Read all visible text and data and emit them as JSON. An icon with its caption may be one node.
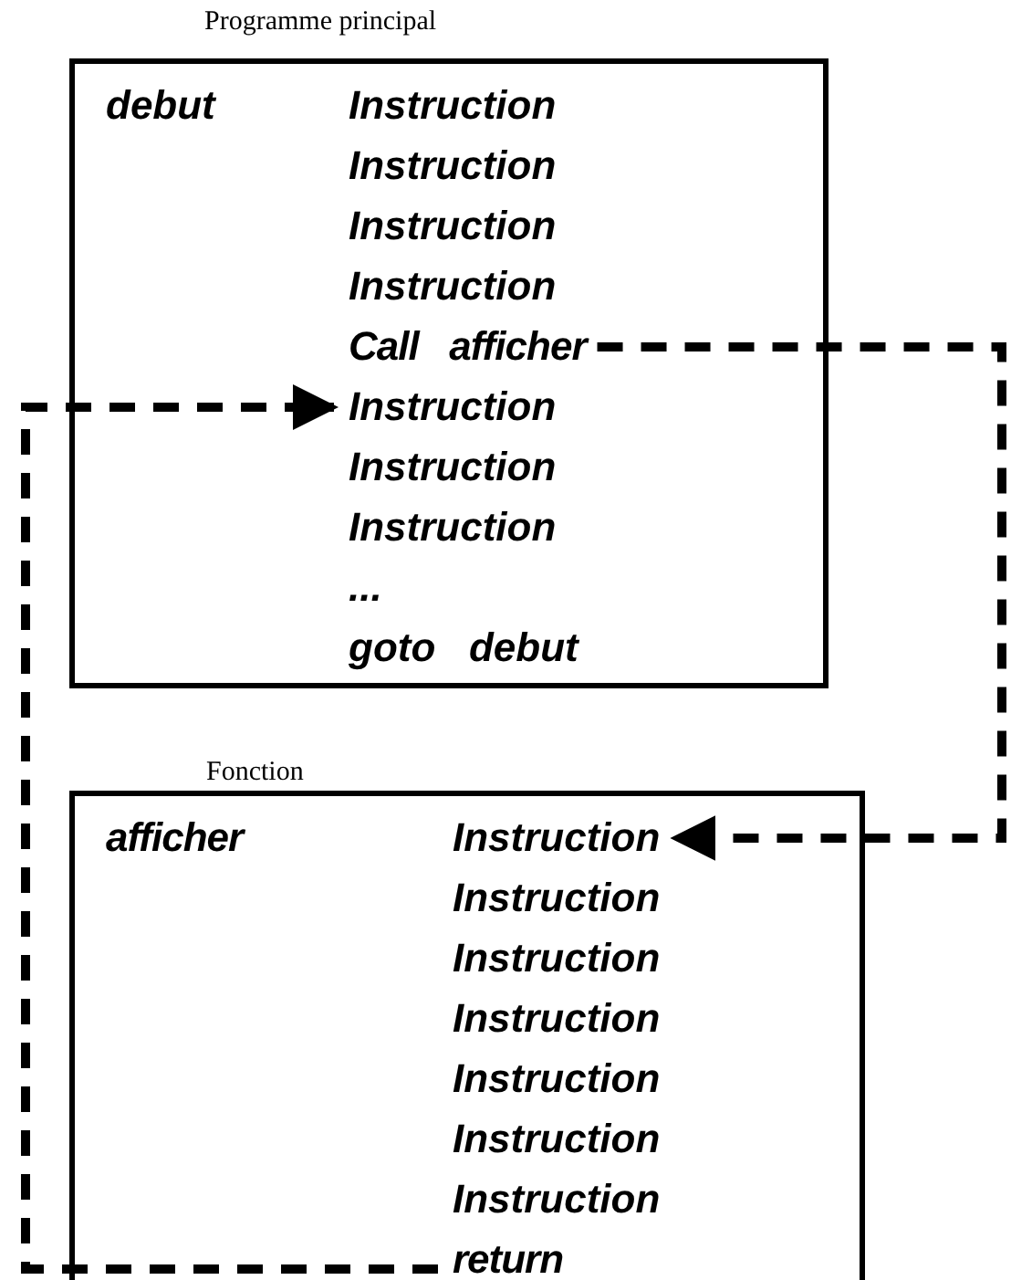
{
  "diagram": {
    "nodes": [
      {
        "text": [
          "Programme principal"
        ]
      },
      {
        "text": [
          "debut"
        ],
        "in": 0
      },
      {
        "text": [
          "Instruction"
        ],
        "in": 0
      },
      {
        "text": [
          "Instruction"
        ],
        "in": 0
      },
      {
        "text": [
          "Instruction"
        ],
        "in": 0
      },
      {
        "text": [
          "Instruction"
        ],
        "in": 0
      },
      {
        "text": [
          "Call   afficher"
        ],
        "in": 0
      },
      {
        "text": [
          "Instruction"
        ],
        "in": 0
      },
      {
        "text": [
          "Instruction"
        ],
        "in": 0
      },
      {
        "text": [
          "Instruction"
        ],
        "in": 0
      },
      {
        "text": [
          "..."
        ],
        "in": 0
      },
      {
        "text": [
          "goto   debut"
        ],
        "in": 0
      },
      {
        "text": [
          "Fonction"
        ]
      },
      {
        "text": [
          "afficher"
        ],
        "in": 12
      },
      {
        "text": [
          "Instruction"
        ],
        "in": 12
      },
      {
        "text": [
          "Instruction"
        ],
        "in": 12
      },
      {
        "text": [
          "Instruction"
        ],
        "in": 12
      },
      {
        "text": [
          "Instruction"
        ],
        "in": 12
      },
      {
        "text": [
          "Instruction"
        ],
        "in": 12
      },
      {
        "text": [
          "Instruction"
        ],
        "in": 12
      },
      {
        "text": [
          "Instruction"
        ],
        "in": 12
      },
      {
        "text": [
          "return"
        ],
        "in": 12
      }
    ],
    "edges": [
      {
        "from": 6,
        "to": 14,
        "arrow": "to",
        "style": "dashed"
      },
      {
        "from": 21,
        "to": 7,
        "arrow": "to",
        "style": "dashed"
      }
    ]
  }
}
